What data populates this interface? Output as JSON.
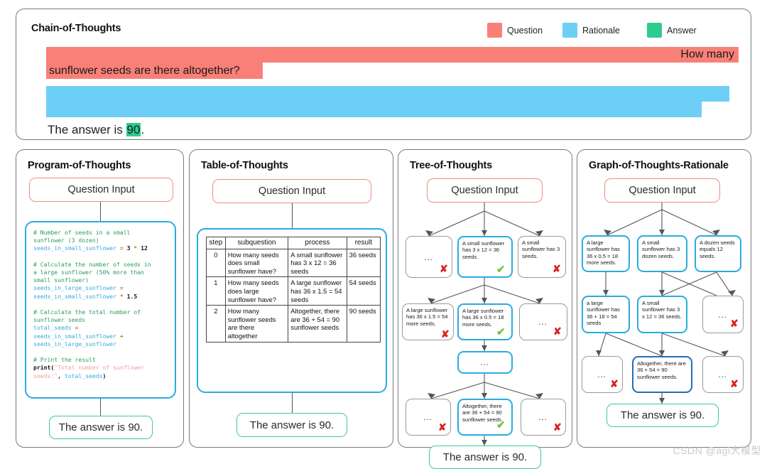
{
  "chain_of_thoughts": {
    "title": "Chain-of-Thoughts",
    "legend": [
      {
        "label": "Question",
        "color": "#F98078",
        "icon": "question-swatch"
      },
      {
        "label": "Rationale",
        "color": "#6DCFF6",
        "icon": "rationale-swatch"
      },
      {
        "label": "Answer",
        "color": "#2ECC8F",
        "icon": "answer-swatch"
      }
    ],
    "question_tail": "How many",
    "question_line2": "sunflower seeds are there altogether?",
    "answer_prefix": "The answer is ",
    "answer_value": "90",
    "answer_suffix": "."
  },
  "program_of_thoughts": {
    "title": "Program-of-Thoughts",
    "question_input": "Question Input",
    "code": [
      {
        "t": "com",
        "s": "# Number of seeds in a small\nsunflower (3 dozen)\n"
      },
      {
        "t": "var",
        "s": "seeds_in_small_sunflower "
      },
      {
        "t": "op",
        "s": "= "
      },
      {
        "t": "num",
        "s": "3 "
      },
      {
        "t": "op",
        "s": "* "
      },
      {
        "t": "num",
        "s": "12\n\n"
      },
      {
        "t": "com",
        "s": "# Calculate the number of seeds in\na large sunflower (50% more than\nsmall sunflower)\n"
      },
      {
        "t": "var",
        "s": "seeds_in_large_sunflower "
      },
      {
        "t": "op",
        "s": "=\n"
      },
      {
        "t": "var",
        "s": "seeds_in_small_sunflower "
      },
      {
        "t": "op",
        "s": "* "
      },
      {
        "t": "num",
        "s": "1.5\n\n"
      },
      {
        "t": "com",
        "s": "# Calculate the total number of\nsunflower seeds\n"
      },
      {
        "t": "var",
        "s": "total_seeds "
      },
      {
        "t": "op",
        "s": "=\n"
      },
      {
        "t": "var",
        "s": "seeds_in_small_sunflower "
      },
      {
        "t": "op",
        "s": "+\n"
      },
      {
        "t": "var",
        "s": "seeds_in_large_sunflower\n\n"
      },
      {
        "t": "com",
        "s": "# Print the result\n"
      },
      {
        "t": "fn",
        "s": "print("
      },
      {
        "t": "str",
        "s": "\"Total number of sunflower\nseeds:\""
      },
      {
        "t": "fn",
        "s": ", "
      },
      {
        "t": "var",
        "s": "total_seeds"
      },
      {
        "t": "fn",
        "s": ")"
      }
    ],
    "answer": "The answer is 90."
  },
  "table_of_thoughts": {
    "title": "Table-of-Thoughts",
    "question_input": "Question Input",
    "columns": [
      "step",
      "subquestion",
      "process",
      "result"
    ],
    "rows": [
      {
        "step": "0",
        "subquestion": "How many seeds does small sunflower have?",
        "process": "A small sunflower has 3 x 12 = 36 seeds",
        "result": "36 seeds"
      },
      {
        "step": "1",
        "subquestion": "How many seeds does large sunflower have?",
        "process": "A large sunflower has 36 x 1.5 = 54 seeds",
        "result": "54 seeds"
      },
      {
        "step": "2",
        "subquestion": "How many sunflower seeds are there altogether",
        "process": "Altogether, there are 36 + 54 = 90 sunflower seeds",
        "result": "90 seeds"
      }
    ],
    "answer": "The answer is 90."
  },
  "tree_of_thoughts": {
    "title": "Tree-of-Thoughts",
    "question_input": "Question Input",
    "nodes": {
      "l1_left": {
        "text": "…",
        "state": "rejected"
      },
      "l1_mid": {
        "text": "A small sunflower has 3 x 12 = 36 seeds.",
        "state": "selected"
      },
      "l1_right": {
        "text": "A small sunflower has 3 seeds.",
        "state": "rejected"
      },
      "l2_left": {
        "text": "A large sunflower has 36 x 1.5 = 54 more seeds.",
        "state": "rejected"
      },
      "l2_mid": {
        "text": "A large sunflower has 36 x 0.5 = 18 more seeds.",
        "state": "selected"
      },
      "l2_right": {
        "text": "…",
        "state": "rejected"
      },
      "l3_mid": {
        "text": "…",
        "state": "selected"
      },
      "l4_left": {
        "text": "…",
        "state": "rejected"
      },
      "l4_mid": {
        "text": "Altogether, there are 36 + 54 = 90 sunflower seeds.",
        "state": "selected"
      },
      "l4_right": {
        "text": "…",
        "state": "rejected"
      }
    },
    "answer": "The answer is 90."
  },
  "graph_of_thoughts": {
    "title": "Graph-of-Thoughts-Rationale",
    "question_input": "Question Input",
    "nodes": {
      "l1_left": {
        "text": "A large sunflower has 36 x 0.5 = 18 more seeds.",
        "state": "selected"
      },
      "l1_mid": {
        "text": "A small sunflower has 3 dozen seeds.",
        "state": "selected"
      },
      "l1_right": {
        "text": "A dozen seeds equals 12 seeds.",
        "state": "selected"
      },
      "l2_left": {
        "text": "a large sunflower has 36 + 18 = 54 seeds",
        "state": "selected"
      },
      "l2_mid": {
        "text": "A small sunflower has 3 x 12 = 36 seeds.",
        "state": "selected"
      },
      "l2_right": {
        "text": "…",
        "state": "rejected"
      },
      "l3_left": {
        "text": "…",
        "state": "rejected"
      },
      "l3_mid": {
        "text": "Altogether, there are 36 + 54 = 90 sunflower seeds.",
        "state": "final"
      },
      "l3_right": {
        "text": "…",
        "state": "rejected"
      }
    },
    "answer": "The answer is 90."
  },
  "marks": {
    "reject": "✘",
    "accept": "✔"
  },
  "watermark": "CSDN @agi大模型"
}
